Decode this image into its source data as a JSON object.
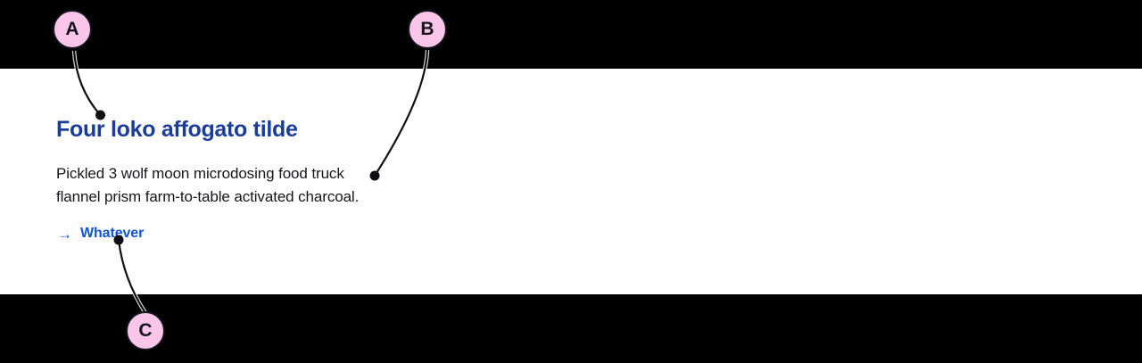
{
  "window": {
    "background": "#ffffff",
    "bar_color": "#000000"
  },
  "content": {
    "heading": "Four loko affogato tilde",
    "body": {
      "lines": [
        "Pickled 3 wolf moon microdosing food truck",
        "flannel prism farm-to-table activated charcoal."
      ]
    },
    "link": {
      "arrow": "→",
      "label": "Whatever"
    }
  },
  "annotations": {
    "markers": [
      {
        "label": "A"
      },
      {
        "label": "B"
      },
      {
        "label": "C"
      }
    ],
    "style": {
      "marker_fill": "#f9c6e9",
      "marker_border": "#15151e",
      "line_color": "#101014",
      "line_casing": "#ffffff"
    }
  },
  "colors": {
    "heading": "#1b3d99",
    "body_text": "#16161a",
    "link": "#1254d8"
  }
}
